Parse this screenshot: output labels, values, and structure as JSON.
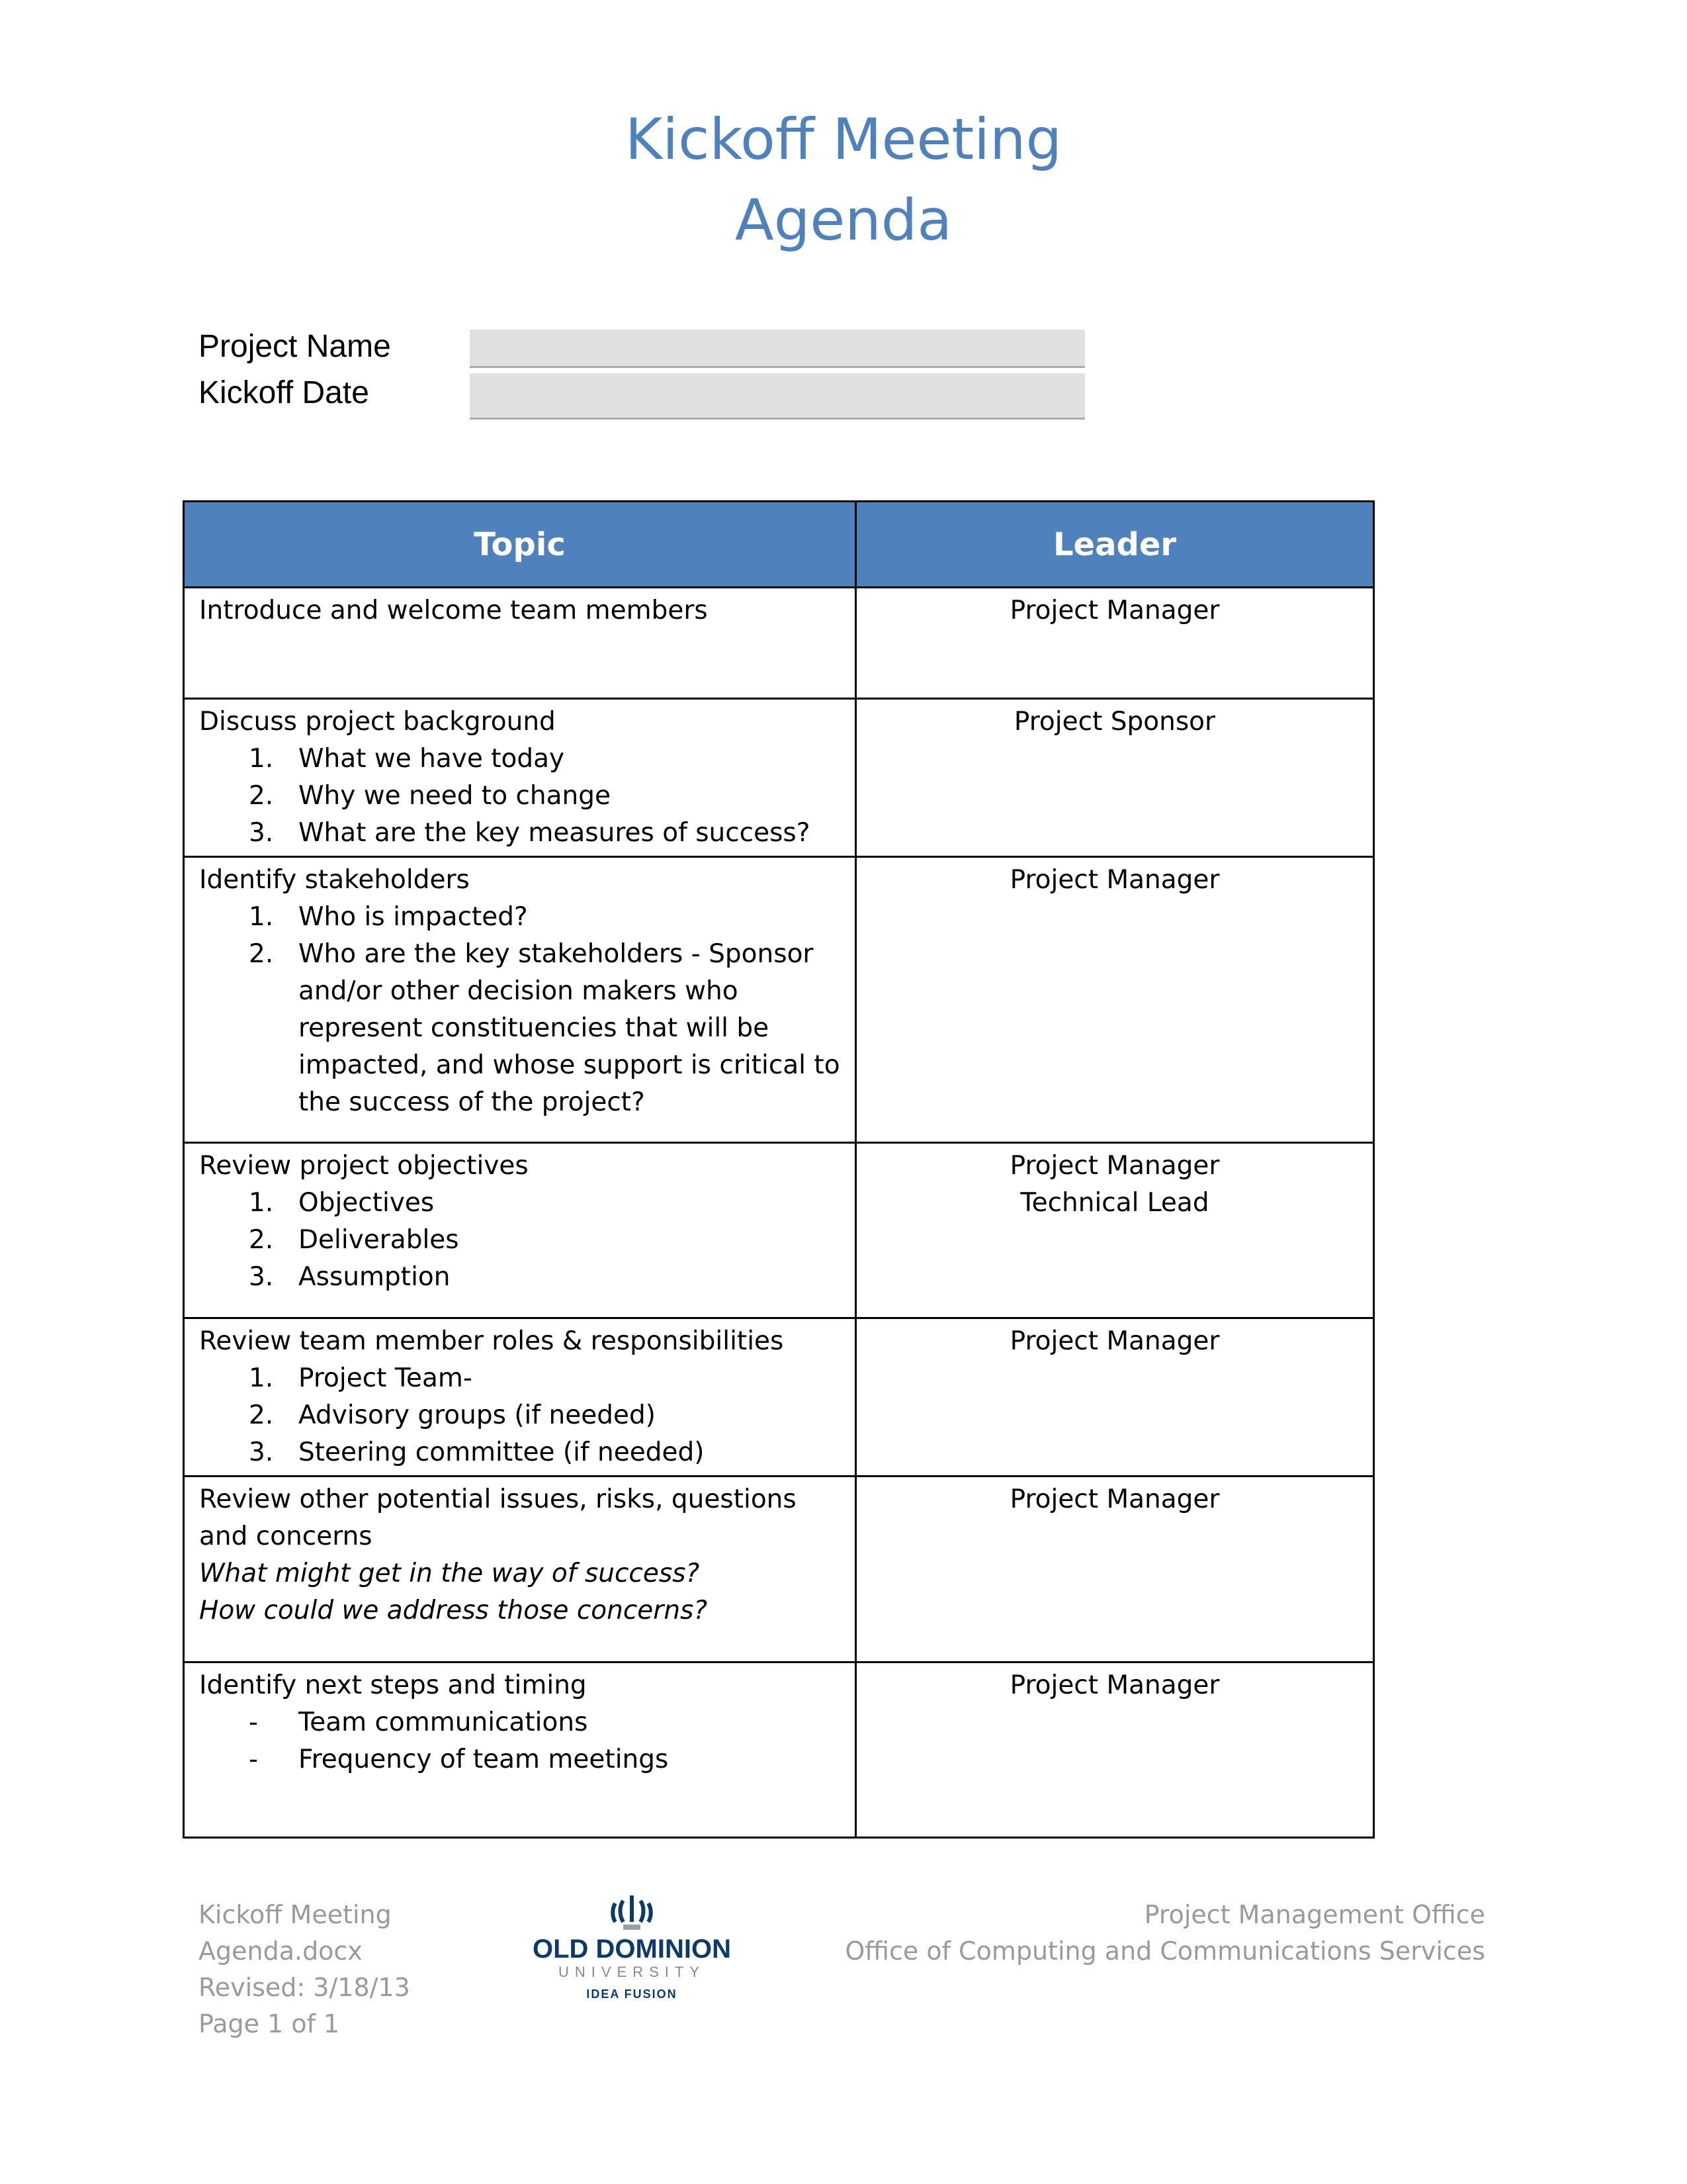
{
  "title": {
    "line1": "Kickoff Meeting",
    "line2": "Agenda"
  },
  "fields": {
    "project_name_label": "Project Name",
    "kickoff_date_label": "Kickoff Date",
    "project_name_value": "",
    "kickoff_date_value": ""
  },
  "table": {
    "headers": {
      "topic": "Topic",
      "leader": "Leader"
    },
    "rows": [
      {
        "topic": "Introduce and welcome team members",
        "items": [],
        "leader": [
          "Project Manager"
        ]
      },
      {
        "topic": "Discuss project background",
        "marker": "num",
        "items": [
          "What we have today",
          "Why we need to change",
          "What are the key measures of success?"
        ],
        "leader": [
          "Project Sponsor"
        ]
      },
      {
        "topic": "Identify stakeholders",
        "marker": "num",
        "items": [
          "Who is impacted?",
          "Who are the key stakeholders - Sponsor and/or other decision makers who represent constituencies that will be impacted, and whose support is critical to the success of the project?"
        ],
        "leader": [
          "Project Manager"
        ]
      },
      {
        "topic": "Review project objectives",
        "marker": "num",
        "items": [
          "Objectives",
          "Deliverables",
          "Assumption"
        ],
        "leader": [
          "Project Manager",
          "Technical Lead"
        ]
      },
      {
        "topic": "Review team member roles & responsibilities",
        "marker": "num",
        "items": [
          "Project Team-",
          "Advisory groups (if needed)",
          "Steering committee (if needed)"
        ],
        "leader": [
          "Project Manager"
        ]
      },
      {
        "topic": "Review other potential issues, risks, questions and concerns",
        "italic": [
          "What might get in the way of success?",
          "How could we address those concerns?"
        ],
        "items": [],
        "leader": [
          "Project Manager"
        ]
      },
      {
        "topic": "Identify next steps and timing",
        "marker": "dash",
        "items": [
          "Team communications",
          "Frequency of team meetings"
        ],
        "leader": [
          "Project Manager"
        ]
      }
    ]
  },
  "footer": {
    "left": [
      "Kickoff Meeting",
      "Agenda.docx",
      "Revised: 3/18/13",
      "Page 1 of 1"
    ],
    "right": [
      "Project Management Office",
      "Office of Computing and Communications Services"
    ],
    "logo": {
      "name": "OLD DOMINION",
      "sub": "UNIVERSITY",
      "tag": "IDEA FUSION"
    }
  },
  "colors": {
    "accent": "#4f81bd",
    "footer_text": "#9a9a9a"
  }
}
